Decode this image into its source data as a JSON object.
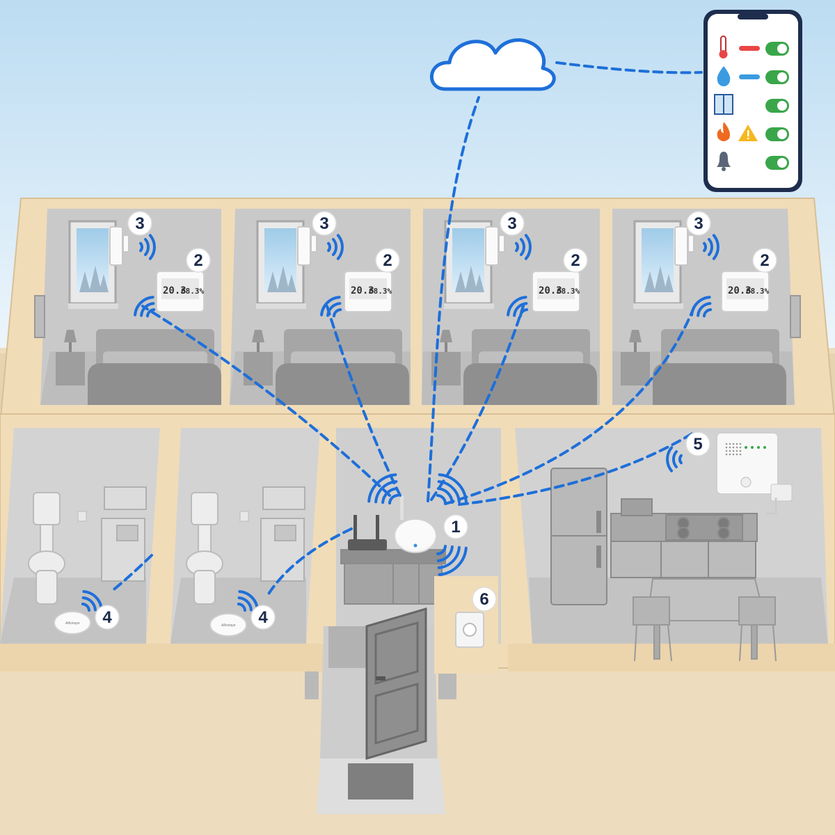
{
  "legend_numbers": {
    "hub": "1",
    "climate_sensor": "2",
    "window_sensor": "3",
    "water_sensor": "4",
    "alarm_siren": "5",
    "button": "6"
  },
  "rooms": [
    "bedroom-1",
    "bedroom-2",
    "bedroom-3",
    "bedroom-4"
  ],
  "climate_display": {
    "temp": "20.3",
    "humidity": "68.3%"
  },
  "brand_label": "Alkonaye",
  "colors": {
    "link": "#1e6fd9",
    "badge_fill": "#ffffff",
    "badge_stroke": "#1b2a4a",
    "wall": "#f1dcb8",
    "sky_top": "#cfe6f5",
    "toggle_on": "#3aa64a"
  },
  "phone_rows": [
    {
      "icon": "thermometer-icon",
      "bar_color": "#e84646"
    },
    {
      "icon": "water-drop-icon",
      "bar_color": "#3a9be0"
    },
    {
      "icon": "window-icon",
      "bar_color": ""
    },
    {
      "icon": "fire-icon",
      "bar_color": ""
    },
    {
      "icon": "bell-icon",
      "bar_color": ""
    }
  ]
}
